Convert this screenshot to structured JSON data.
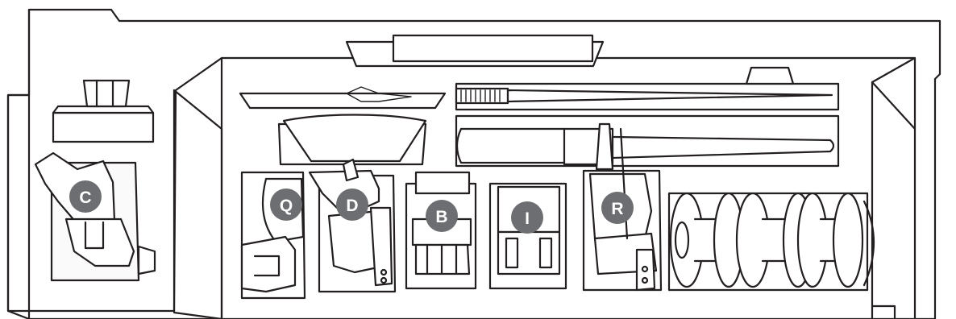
{
  "labels": {
    "C": "C",
    "Q": "Q",
    "D": "D",
    "B": "B",
    "I": "I",
    "R": "R"
  },
  "colors": {
    "outline": "#231f20",
    "label_fill": "#6d6e71",
    "label_text": "#ffffff",
    "background": "#ffffff"
  }
}
